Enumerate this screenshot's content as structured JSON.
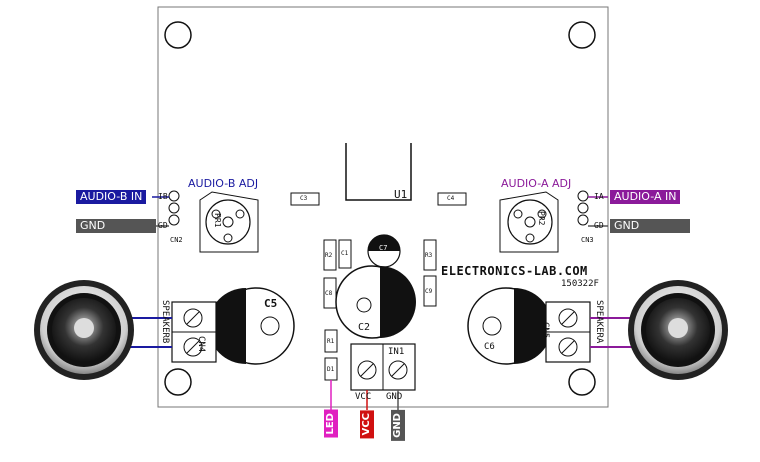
{
  "labels": {
    "audio_b_in": "AUDIO-B IN",
    "audio_a_in": "AUDIO-A IN",
    "gnd_left": "GND",
    "gnd_right": "GND",
    "audio_b_adj": "AUDIO-B ADJ",
    "audio_a_adj": "AUDIO-A ADJ",
    "led": "LED",
    "vcc": "VCC",
    "gnd_bottom": "GND"
  },
  "silkscreen": {
    "brand": "ELECTRONICS-LAB.COM",
    "code": "150322F",
    "u1": "U1",
    "c5": "C5",
    "c6": "C6",
    "c2": "C2",
    "cn4": "CN4",
    "cn5": "CN5",
    "cn1": "IN1",
    "cn1_vcc": "VCC",
    "cn1_gnd": "GND",
    "speaker_b": "SPEAKERB",
    "speaker_a": "SPEAKERA",
    "pr1": "PR1",
    "pr2": "PR2",
    "cn2": "CN2",
    "cn3": "CN3",
    "ib": "IB",
    "gd_l": "GD",
    "ia": "IA",
    "gd_r": "GD",
    "c3": "C3",
    "c4": "C4",
    "r2": "R2",
    "c1": "C1",
    "r3": "R3",
    "c8": "C8",
    "c9": "C9",
    "r1": "R1",
    "d1": "D1",
    "c7": "C7"
  },
  "colors": {
    "audio_b": "#1a1aa0",
    "audio_a": "#8b1a9a",
    "gnd": "#555555",
    "led": "#e020c0",
    "vcc": "#d01010"
  }
}
